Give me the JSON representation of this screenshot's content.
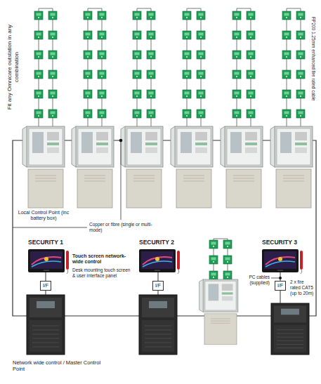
{
  "diagram": {
    "nodes": [
      {
        "text": [
          "I/F"
        ]
      },
      {
        "text": [
          "I/F"
        ]
      },
      {
        "text": [
          "I/F"
        ]
      }
    ],
    "labels": [
      "Fit any Omnicare outstation in any combination",
      "FP200 1.25mm enhanced fire rated cable",
      "Local Control Point (inc battery box)",
      "Copper or fibre (single or multi-mode)",
      "SECURITY 1",
      "Touch screen network-wide control",
      "Desk mounting touch screen & user interface panel",
      "SECURITY 2",
      "SECURITY 3",
      "PC cables (supplied)",
      "2 x fire rated CAT5 (up to 20m)",
      "Network wide control / Master Control Point"
    ]
  }
}
